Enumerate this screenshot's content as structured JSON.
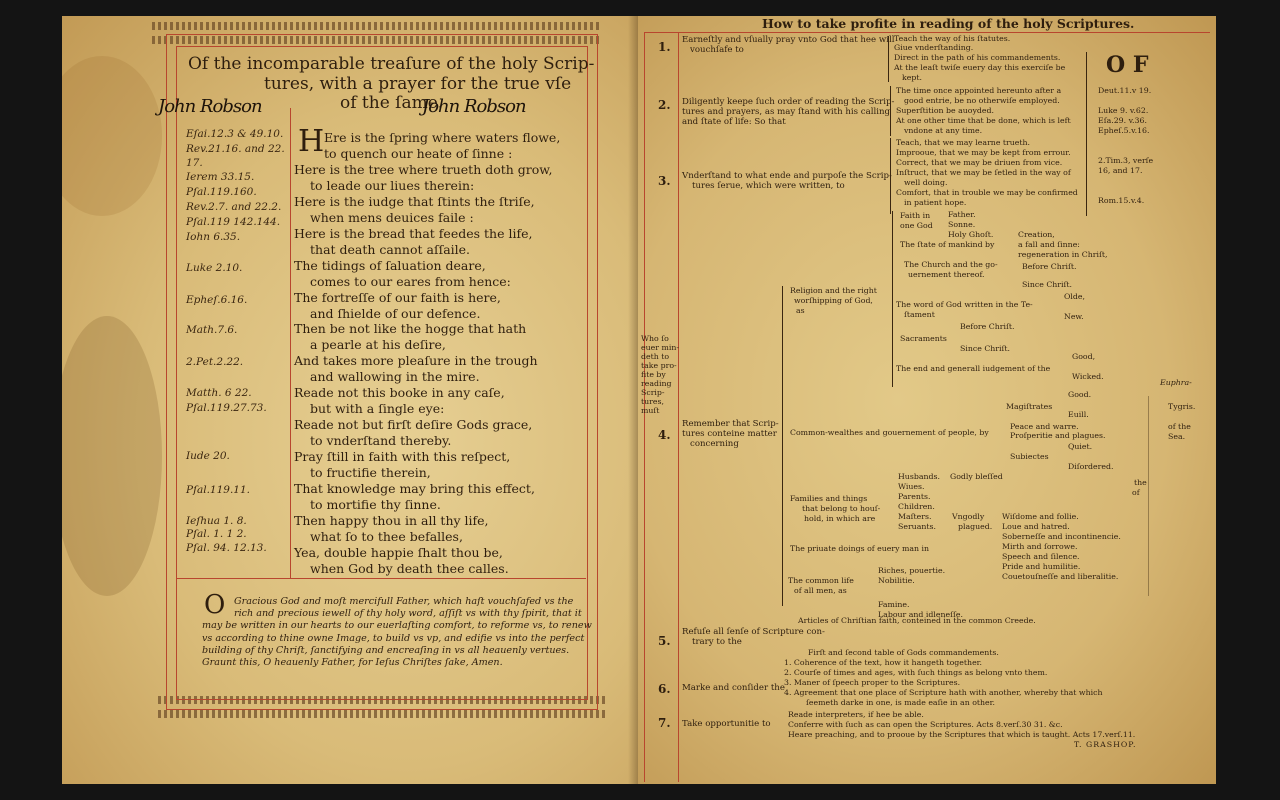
{
  "left_page": {
    "title_line1": "Of the incomparable treaſure of the holy Scrip-",
    "title_line2": "tures, with a prayer for the true vſe",
    "title_line3": "of the ſame.",
    "signature_left": "John Robson",
    "signature_right": "John Robson",
    "margin_refs": [
      "Eſai.12.3 & 49.10.",
      "Rev.21.16. and 22.",
      "17.",
      "Ierem 33.15.",
      "Pſal.119.160.",
      "Rev.2.7. and 22.2.",
      "Pſal.119 142.144.",
      "Iohn 6.35.",
      "Luke 2.10.",
      "Epheſ.6.16.",
      "Math.7.6.",
      "2.Pet.2.22.",
      "Matth. 6 22.",
      "Pſal.119.27.73.",
      "Iude 20.",
      "Pſal.119.11.",
      "Ieſhua 1. 8.",
      "Pſal. 1. 1 2.",
      "Pſal. 94. 12.13."
    ],
    "poem": [
      "Ere is the ſpring where waters flowe,",
      "to quench our heate of ſinne :",
      "Here is the tree where trueth doth grow,",
      "to leade our liues therein:",
      "Here is the iudge that ſtints the ſtriſe,",
      "when mens deuices faile :",
      "Here is the bread that feedes the life,",
      "that death cannot aſſaile.",
      "The tidings of ſaluation deare,",
      "comes to our eares from hence:",
      "The fortreſſe of our faith is here,",
      "and ſhielde of our defence.",
      "Then be not like the hogge that hath",
      "a pearle at his deſire,",
      "And takes more pleaſure in the trough",
      "and wallowing in the mire.",
      "Reade not this booke in any caſe,",
      "but with a ſingle eye:",
      "Reade not but firſt deſire Gods grace,",
      "to vnderſtand thereby.",
      "Pray ſtill in faith with this reſpect,",
      "to fructifie therein,",
      "That knowledge may bring this effect,",
      "to mortifie thy ſinne.",
      "Then happy thou in all thy life,",
      "what ſo to thee befalles,",
      "Yea, double happie ſhalt thou be,",
      "when God by death thee calles."
    ],
    "prayer": [
      "Gracious God and moſt mercifull Father, which haſt vouchſafed vs the",
      "rich and precious iewell of thy holy word, aſſiſt vs with thy ſpirit, that it",
      "may be written in our hearts to our euerlaſting comfort, to reforme vs, to renew",
      "vs according to thine owne Image, to build vs vp, and edifie vs into the perfect",
      "building of thy Chriſt, ſanctifying and encreaſing in vs all heauenly vertues.",
      "Graunt this, O heauenly Father, for Ieſus Chriſtes ſake, Amen."
    ]
  },
  "right_page": {
    "header": "How to take profite in reading of the holy Scriptures.",
    "corner": "O F",
    "rules": [
      {
        "n": "1.",
        "text": [
          "Earneſtly and vſually pray vnto God that hee will",
          "vouchſafe to"
        ]
      },
      {
        "n": "2.",
        "text": [
          "Diligently keepe ſuch order of reading the Scrip-",
          "tures and prayers, as may ſtand with his calling",
          "and ſtate of life: So that"
        ]
      },
      {
        "n": "3.",
        "text": [
          "Vnderſtand to what ende and purpoſe the Scrip-",
          "tures ſerue, which were written, to"
        ]
      },
      {
        "n": "4.",
        "text": [
          "Remember that Scrip-",
          "tures conteine matter",
          "concerning"
        ]
      },
      {
        "n": "5.",
        "text": [
          "Refuſe all ſenſe of Scripture con-",
          "trary to the"
        ]
      },
      {
        "n": "6.",
        "text": [
          "Marke and conſider the"
        ]
      },
      {
        "n": "7.",
        "text": [
          "Take opportunitie to"
        ]
      }
    ],
    "rule1_items": [
      "Teach the way of his ſtatutes.",
      "Giue vnderſtanding.",
      "Direct in the path of his commandements.",
      "At the leaſt twiſe euery day this exerciſe be",
      "kept."
    ],
    "rule2_items": [
      "The time once appointed hereunto after a",
      "good entrie, be no otherwiſe employed.",
      "Superſtition be auoyded.",
      "At one other time that be done, which is left",
      "vndone at any time."
    ],
    "rule3_items": [
      "Teach, that we may learne trueth.",
      "Improoue, that we may be kept from errour.",
      "Correct, that we may be driuen from vice.",
      "Inſtruct, that we may be ſetled in the way of",
      "well doing.",
      "Comfort, that in trouble we may be confirmed",
      "in patient hope."
    ],
    "refs_right": [
      "Deut.11.v 19.",
      "Luke 9. v.62.",
      "Eſa.29. v.36.",
      "Epheſ.5.v.16.",
      "2.Tim.3, verſe",
      "16, and 17.",
      "Rom.15.v.4."
    ],
    "side_note": [
      "Who ſo",
      "euer min-",
      "deth to",
      "take pro-",
      "fite by",
      "reading",
      "Scrip-",
      "tures,",
      "muſt"
    ],
    "religion": [
      "Religion and the right",
      "worſhipping of God,",
      "as"
    ],
    "god": [
      "Faith in",
      "one God",
      "Father.",
      "Sonne.",
      "Holy Ghoſt."
    ],
    "state": [
      "The ſtate of mankind by",
      "Creation,",
      "a fall and ſinne:",
      "regeneration in Chriſt,"
    ],
    "church": [
      "The Church and the go-",
      "uernement thereof.",
      "Before Chriſt.",
      "Since Chriſt."
    ],
    "word": [
      "The word of God written in the Te-",
      "ſtament",
      "Olde,",
      "New."
    ],
    "sacraments": [
      "Sacraments",
      "Before Chriſt.",
      "Since Chriſt."
    ],
    "judgement": [
      "The end and generall iudgement of the",
      "Good,",
      "Wicked."
    ],
    "commonweal": [
      "Common-wealthes and gouernement of people, by",
      "Magiſtrates",
      "Good.",
      "Euill.",
      "Peace and warre.",
      "Proſperitie and plagues.",
      "Subiectes",
      "Quiet.",
      "Diſordered."
    ],
    "families": [
      "Families and things",
      "that belong to houſ-",
      "hold, in which are",
      "Husbands.",
      "Wiues.",
      "Parents.",
      "Children.",
      "Maſters.",
      "Seruants.",
      "Godly bleſſed",
      "Vngodly",
      "plagued."
    ],
    "private": [
      "The priuate doings of euery man in",
      "Wiſdome and follie.",
      "Loue and hatred.",
      "Soberneſſe and incontinencie.",
      "Mirth and ſorrowe.",
      "Speech and ſilence.",
      "Pride and humilitie.",
      "Couetouſneſſe and liberalitie."
    ],
    "common_life": [
      "The common life",
      "of all men, as",
      "Riches, pouertie.",
      "Nobilitie.",
      "Famine.",
      "Labour and idleneſſe."
    ],
    "creede": [
      "Articles of Chriſtian faith, conteined in the common Creede.",
      "Firſt and ſecond table of Gods commandements."
    ],
    "rule6_items": [
      "1. Coherence of the text, how it hangeth together.",
      "2. Courſe of times and ages, with ſuch things as belong vnto them.",
      "3. Maner of ſpeech proper to the Scriptures.",
      "4. Agreement that one place of Scripture hath with another, whereby that which",
      "ſeemeth darke in one, is made eaſie in an other."
    ],
    "rule7_items": [
      "Reade interpreters, if hee be able.",
      "Conferre with ſuch as can open the Scriptures. Acts 8.verſ.30 31. &c.",
      "Heare preaching, and to prooue by the Scriptures that which is taught. Acts 17.verſ.11."
    ],
    "printer": "T. GRASHOP.",
    "map_fragment": [
      "Euphra-",
      "Tygris.",
      "of the",
      "Sea."
    ],
    "map_labels": [
      "the",
      "of"
    ]
  }
}
